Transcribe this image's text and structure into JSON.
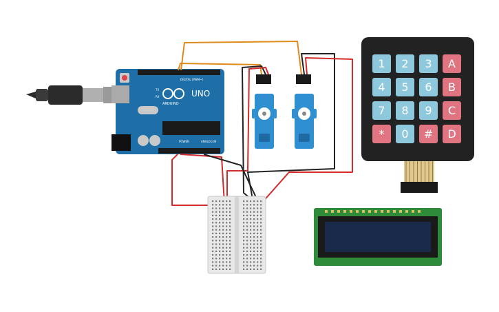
{
  "arduino": {
    "model": "UNO",
    "brand": "ARDUINO",
    "label_digital": "DIGITAL (PWM~)",
    "label_power": "POWER",
    "label_analog": "ANALOG IN",
    "led_labels": [
      "TX",
      "RX"
    ]
  },
  "keypad": {
    "rows": [
      [
        "1",
        "2",
        "3",
        "A"
      ],
      [
        "4",
        "5",
        "6",
        "B"
      ],
      [
        "7",
        "8",
        "9",
        "C"
      ],
      [
        "*",
        "0",
        "#",
        "D"
      ]
    ],
    "colors": {
      "digit": "#8ec8dc",
      "letter": "#e07480",
      "star": "#e07480"
    }
  },
  "colors": {
    "wire_red": "#d42a2a",
    "wire_black": "#222222",
    "wire_orange": "#e08a1e",
    "board": "#1e6fa8",
    "lcd_board": "#2e8b3a",
    "lcd_screen": "#1a2a4a",
    "servo": "#2f8fd0"
  }
}
